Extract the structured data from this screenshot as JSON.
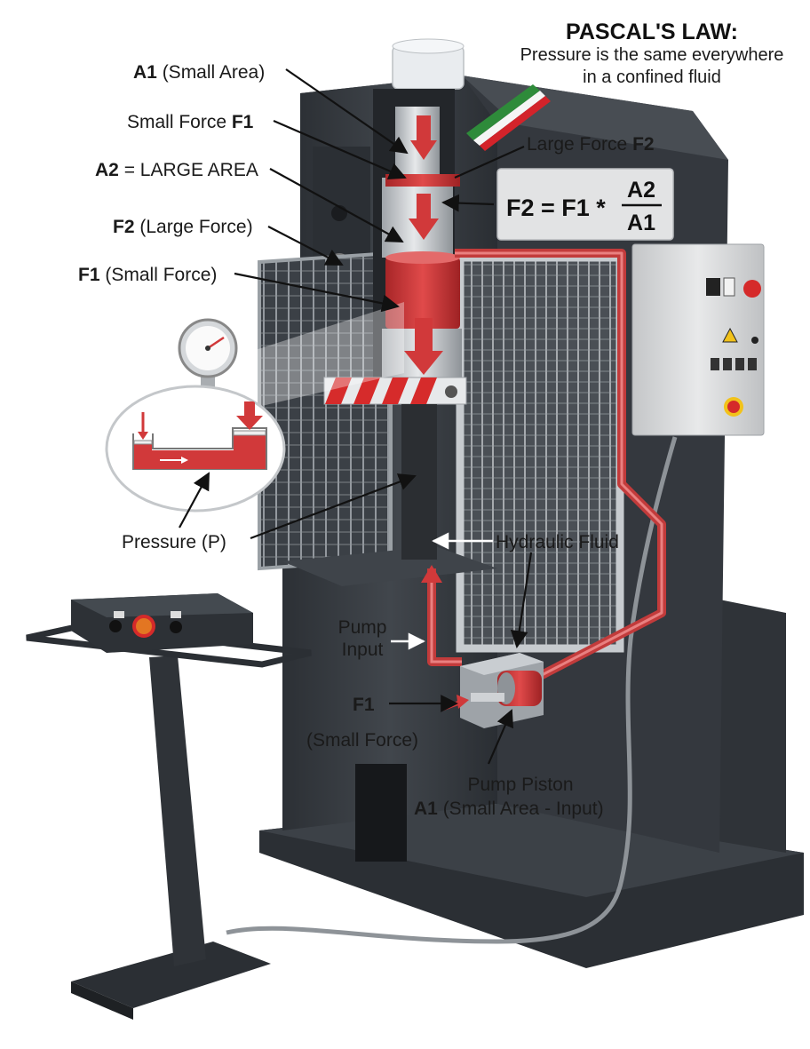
{
  "header": {
    "title": "PASCAL'S LAW:",
    "line1": "Pressure is the same everywhere",
    "line2": "in a confined fluid"
  },
  "labels": {
    "a1_bold": "A1",
    "a1_rest": " (Small Area)",
    "sf_rest": "Small Force ",
    "sf_bold": "F1",
    "a2_bold": "A2",
    "a2_rest": " = LARGE AREA",
    "f2_bold": "F2",
    "f2_rest": " (Large Force)",
    "f1_bold": "F1",
    "f1_rest": " (Small Force)",
    "lf_rest": "Large Force ",
    "lf_bold": "F2",
    "pressure": "Pressure (P)",
    "hydraulic_fluid": "Hydraulic Fluid",
    "pump_input_1": "Pump",
    "pump_input_2": "Input",
    "f1_pump": "F1",
    "small_force_pump": "(Small Force)",
    "pump_piston": "Pump Piston",
    "a1_pump_bold": "A1",
    "a1_pump_rest": " (Small Area - Input)"
  },
  "formula": {
    "lhs": "F2 = F1 *",
    "numerator": "A2",
    "denominator": "A1"
  },
  "colors": {
    "frame": "#3a3f45",
    "frame_dark": "#2a2e33",
    "hydraulic_red": "#d1393a",
    "steel": "#c9ccd0",
    "control_box": "#d9dadb"
  }
}
